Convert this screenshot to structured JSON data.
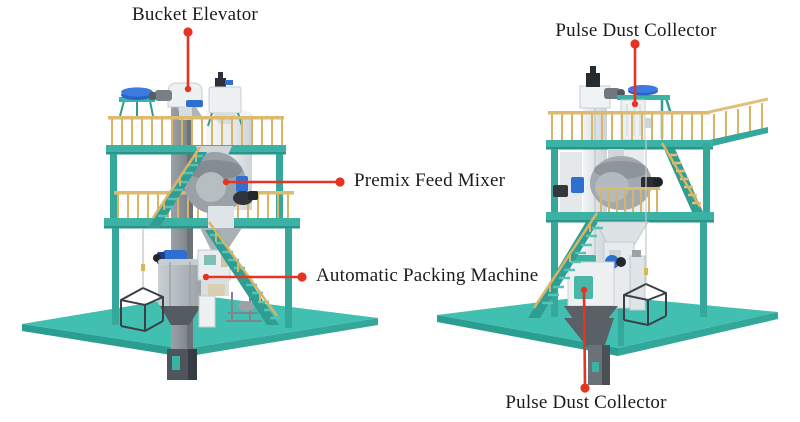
{
  "labels": {
    "bucket_elevator": "Bucket Elevator",
    "premix_feed_mixer": "Premix Feed Mixer",
    "automatic_packing_machine": "Automatic Packing Machine",
    "pulse_dust_collector_top": "Pulse Dust Collector",
    "pulse_dust_collector_bottom": "Pulse Dust Collector"
  },
  "callouts": [
    {
      "label": "Bucket Elevator",
      "machine": "left",
      "target": "bucket-elevator-head"
    },
    {
      "label": "Premix Feed Mixer",
      "machine": "left",
      "target": "mixer-drum"
    },
    {
      "label": "Automatic Packing Machine",
      "machine": "left",
      "target": "packing-machine-body"
    },
    {
      "label": "Pulse Dust Collector",
      "machine": "right",
      "target": "dust-collector-top"
    },
    {
      "label": "Pulse Dust Collector",
      "machine": "right",
      "target": "dust-collector-bottom"
    }
  ],
  "colors": {
    "callout_red": "#e63322",
    "label_text": "#1b1b1b",
    "platform_teal": "#41bfb0",
    "platform_edge": "#2b9e92",
    "frame_teal": "#3bb2a4",
    "railing_yellow": "#dcba6e",
    "equipment_white": "#eef1f2",
    "equipment_grey": "#a2a9ae",
    "accent_blue": "#2f6fd0",
    "dark_metal": "#3a4045"
  }
}
